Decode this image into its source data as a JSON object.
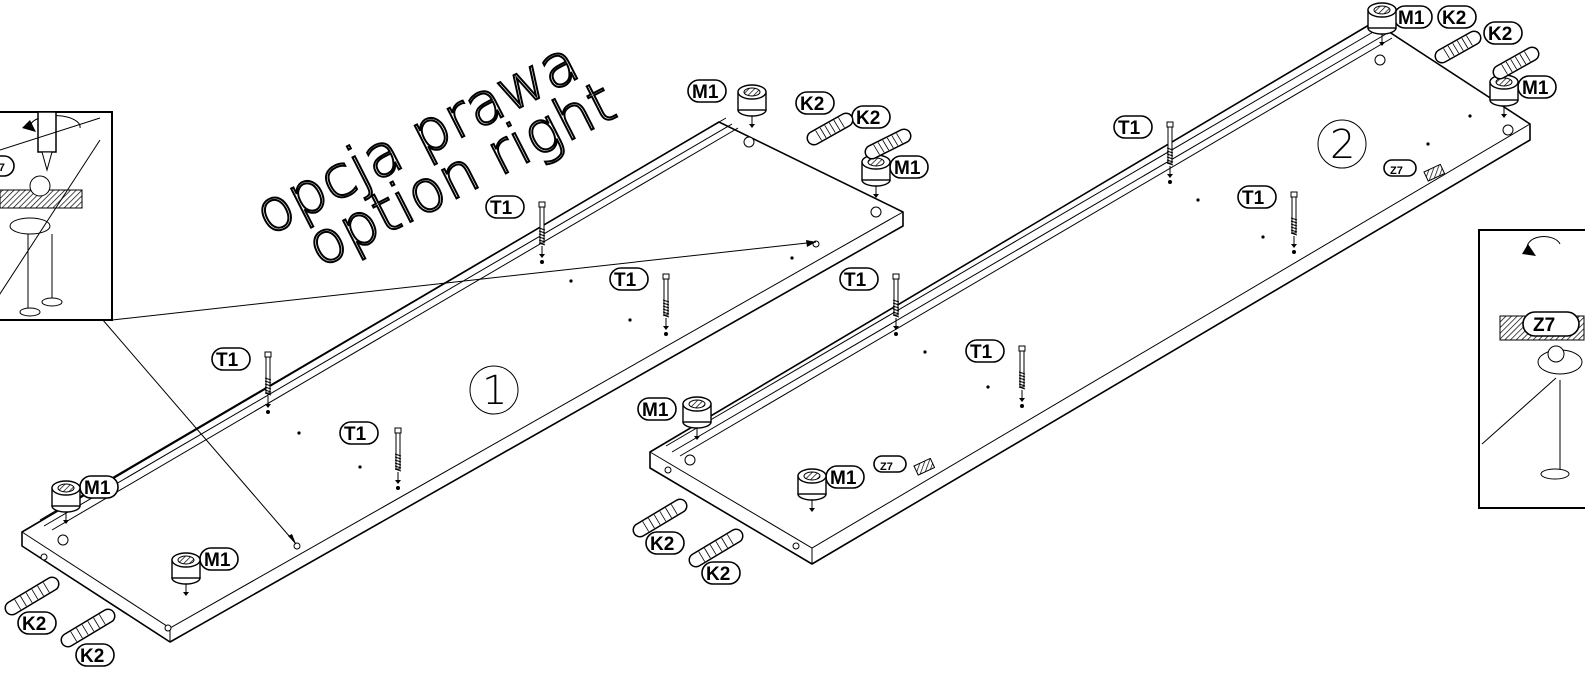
{
  "title_line1": "opcja prawa",
  "title_line2": "option right",
  "panel1_number": "1",
  "panel2_number": "2",
  "parts": {
    "t1": "T1",
    "m1": "M1",
    "k2": "K2",
    "z7": "Z7"
  },
  "colors": {
    "ink": "#000000",
    "paper": "#ffffff"
  }
}
